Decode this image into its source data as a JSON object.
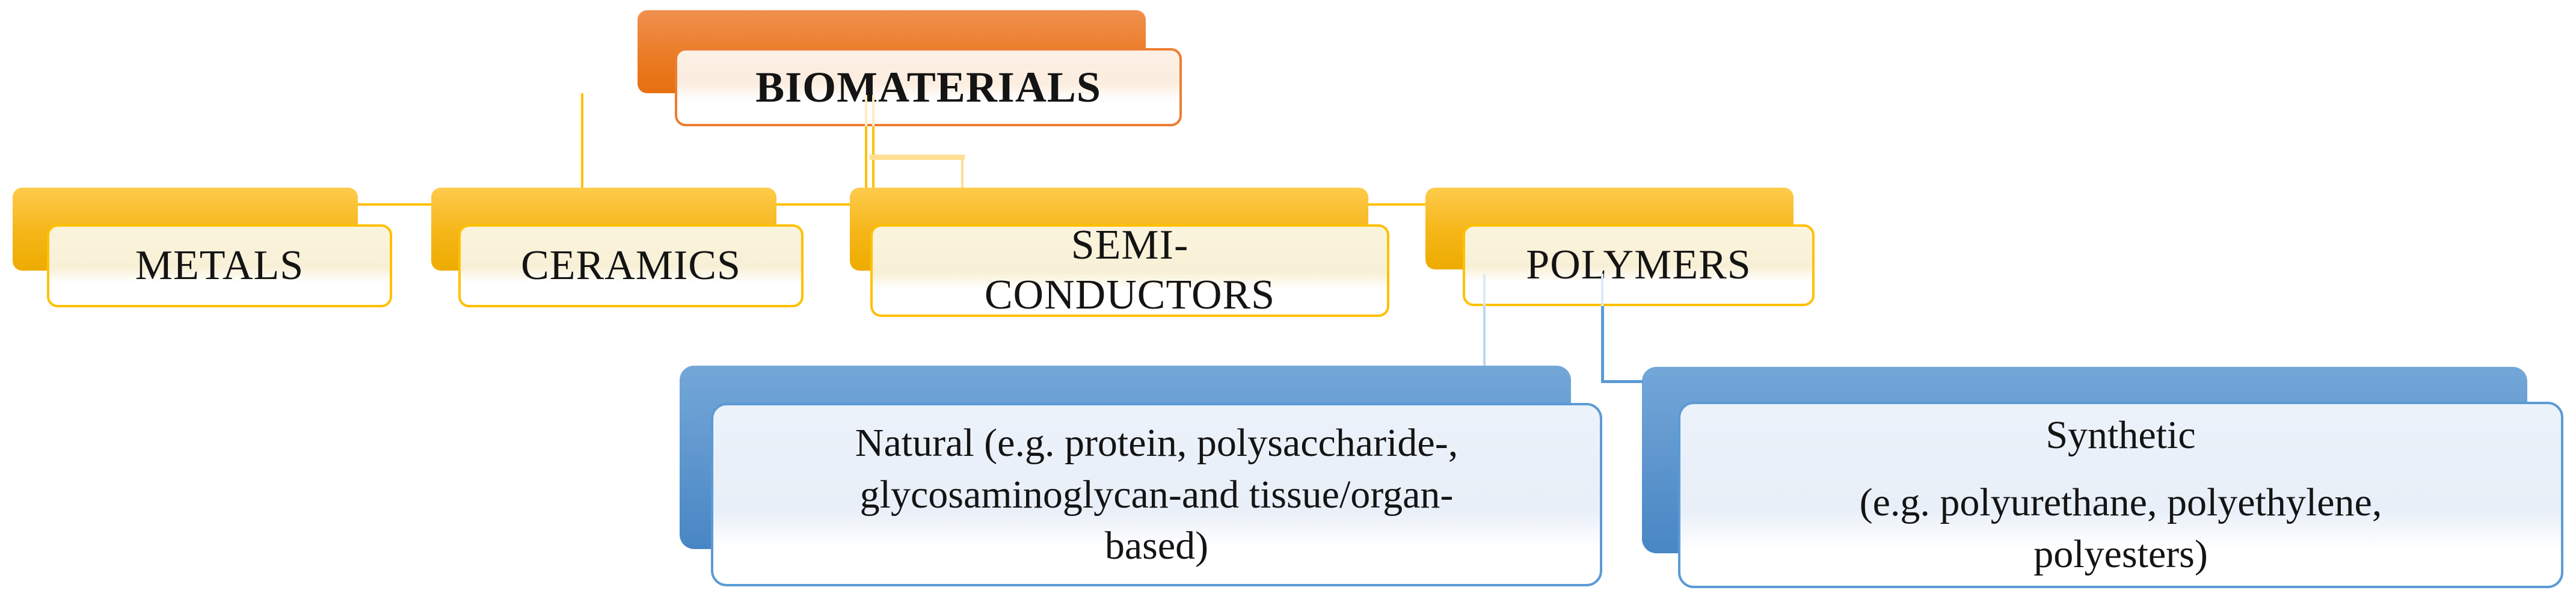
{
  "colors": {
    "gold": "#FFC000",
    "gold_pale": "#FFDF94",
    "orange": "#ED7D31",
    "blue": "#5B9BD5",
    "blue_pale": "#BDD7EE",
    "cream_fill": "#F8F0D6",
    "blue_fill": "#ECF2FA",
    "text": "#141414"
  },
  "diagram": {
    "root": {
      "label": "BIOMATERIALS"
    },
    "level1": [
      {
        "label": "METALS"
      },
      {
        "label": "CERAMICS"
      },
      {
        "label_line1": "SEMI-",
        "label_line2": "CONDUCTORS"
      },
      {
        "label": "POLYMERS"
      }
    ],
    "level2": [
      {
        "name": "natural",
        "lines": [
          "Natural (e.g. protein, polysaccharide-,",
          "glycosaminoglycan-and tissue/organ-",
          "based)"
        ]
      },
      {
        "name": "synthetic",
        "lines": [
          "Synthetic",
          "(e.g. polyurethane, polyethylene,",
          "polyesters)"
        ]
      }
    ]
  }
}
